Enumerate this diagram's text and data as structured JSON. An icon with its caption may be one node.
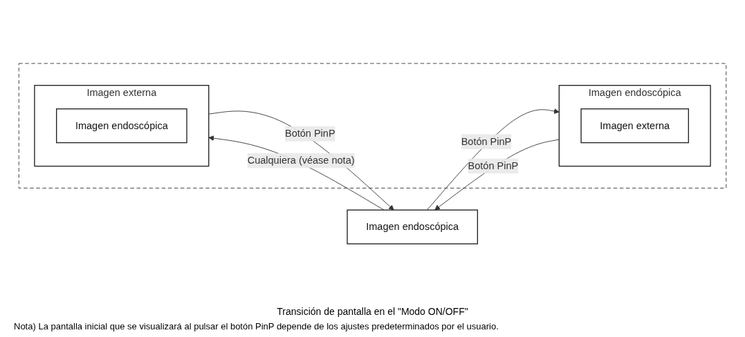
{
  "diagram": {
    "caption": "Transición de pantalla en el \"Modo ON/OFF\"",
    "nodes": [
      {
        "text": [
          "Imagen endoscópica"
        ]
      },
      {
        "text": [],
        "shape": "box"
      },
      {
        "text": [
          "Imagen endoscópica"
        ],
        "in": 1
      },
      {
        "text": [
          "Imagen externa"
        ],
        "in": 2
      },
      {
        "text": [
          "Imagen externa"
        ],
        "in": 1
      },
      {
        "text": [
          "Imagen endoscópica"
        ],
        "in": 4
      }
    ],
    "edges": [
      {
        "from": 0,
        "to": 2,
        "arrow": "to",
        "label": "Botón PinP"
      },
      {
        "from": 0,
        "to": 4,
        "arrow": "to",
        "label": "Cualquiera (véase nota)"
      },
      {
        "from": 2,
        "to": 0,
        "arrow": "to",
        "label": "Botón PinP"
      },
      {
        "from": 4,
        "to": 0,
        "arrow": "to",
        "label": "Botón PinP"
      }
    ],
    "labels": [
      "Nota) La pantalla inicial que se visualizará al pulsar el botón PinP depende de los ajustes predeterminados por el usuario."
    ]
  }
}
